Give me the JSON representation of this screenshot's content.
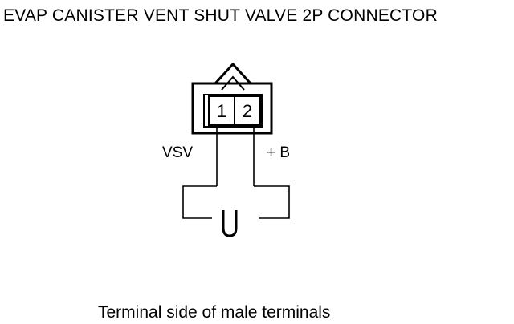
{
  "title": "EVAP CANISTER VENT SHUT VALVE 2P CONNECTOR",
  "connector": {
    "terminals": [
      {
        "number": "1",
        "wire": "VSV"
      },
      {
        "number": "2",
        "wire": "+ B"
      }
    ]
  },
  "caption": "Terminal side of male terminals",
  "colors": {
    "stroke": "#000000",
    "background": "#ffffff"
  }
}
